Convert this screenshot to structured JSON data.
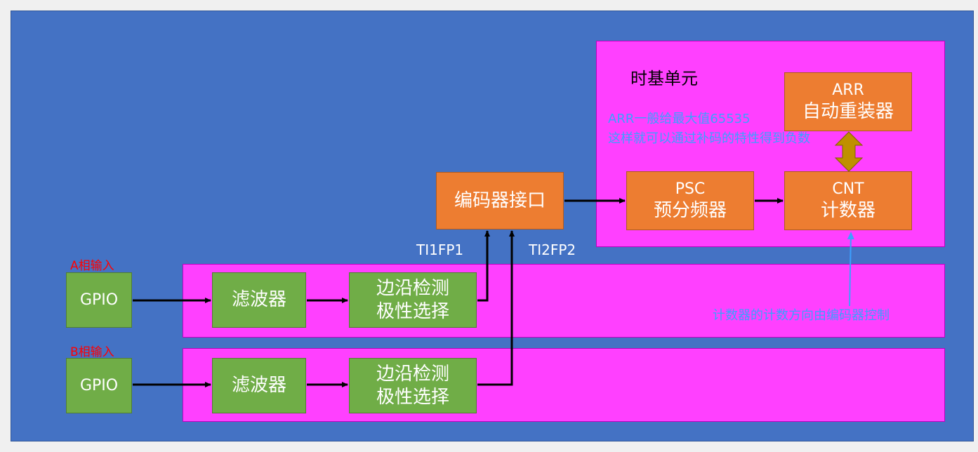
{
  "channel_a": {
    "input_label": "A相输入",
    "gpio_label": "GPIO",
    "filter_label": "滤波器",
    "edge_line1": "边沿检测",
    "edge_line2": "极性选择"
  },
  "channel_b": {
    "input_label": "B相输入",
    "gpio_label": "GPIO",
    "filter_label": "滤波器",
    "edge_line1": "边沿检测",
    "edge_line2": "极性选择"
  },
  "encoder_interface": {
    "label": "编码器接口"
  },
  "signals": {
    "ti1": "TI1FP1",
    "ti2": "TI2FP2"
  },
  "time_base": {
    "title": "时基单元",
    "note_line1": "ARR一般给最大值65535",
    "note_line2": "这样就可以通过补码的特性得到负数",
    "arr": {
      "line1": "ARR",
      "line2": "自动重装器"
    },
    "psc": {
      "line1": "PSC",
      "line2": "预分频器"
    },
    "cnt": {
      "line1": "CNT",
      "line2": "计数器"
    }
  },
  "direction_note": "计数器的计数方向由编码器控制",
  "colors": {
    "background": "#4472c4",
    "panel": "#ff40ff",
    "block_green": "#70ad47",
    "block_orange": "#ed7d31",
    "double_arrow": "#bf9000",
    "note_blue": "#3ca0ff"
  }
}
